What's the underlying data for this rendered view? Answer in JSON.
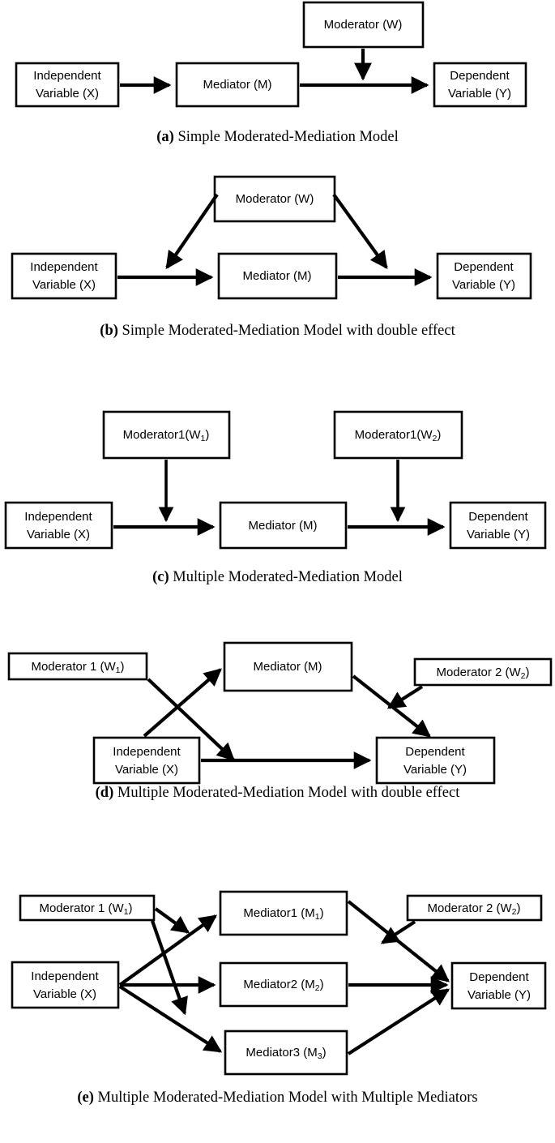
{
  "figure": {
    "title": "Moderated-Mediation Model Diagrams",
    "background_color": "#ffffff",
    "line_color": "#000000"
  },
  "panels": [
    {
      "id": "a",
      "caption_label": "(a)",
      "caption_text": "Simple Moderated-Mediation Model",
      "nodes": [
        {
          "name": "independent-variable",
          "line1": "Independent",
          "line2": "Variable (X)"
        },
        {
          "name": "mediator",
          "line1": "Mediator   (M)",
          "line2": ""
        },
        {
          "name": "moderator",
          "line1": "Moderator (W)",
          "line2": ""
        },
        {
          "name": "dependent-variable",
          "line1": "Dependent",
          "line2": "Variable (Y)"
        }
      ],
      "edges": [
        {
          "from": "independent-variable",
          "to": "mediator"
        },
        {
          "from": "mediator",
          "to": "dependent-variable"
        },
        {
          "from": "moderator",
          "to": "mediator-to-dependent-path"
        }
      ]
    },
    {
      "id": "b",
      "caption_label": "(b)",
      "caption_text": "Simple Moderated-Mediation Model with double effect",
      "nodes": [
        {
          "name": "independent-variable",
          "line1": "Independent",
          "line2": "Variable (X)"
        },
        {
          "name": "mediator",
          "line1": "Mediator   (M)",
          "line2": ""
        },
        {
          "name": "moderator",
          "line1": "Moderator (W)",
          "line2": ""
        },
        {
          "name": "dependent-variable",
          "line1": "Dependent",
          "line2": "Variable (Y)"
        }
      ],
      "edges": [
        {
          "from": "independent-variable",
          "to": "mediator"
        },
        {
          "from": "mediator",
          "to": "dependent-variable"
        },
        {
          "from": "moderator",
          "to": "independent-to-mediator-path"
        },
        {
          "from": "moderator",
          "to": "mediator-to-dependent-path"
        }
      ]
    },
    {
      "id": "c",
      "caption_label": "(c)",
      "caption_text": "Multiple Moderated-Mediation Model",
      "nodes": [
        {
          "name": "independent-variable",
          "line1": "Independent",
          "line2": "Variable (X)"
        },
        {
          "name": "mediator",
          "line1": "Mediator   (M)",
          "line2": ""
        },
        {
          "name": "moderator-1",
          "line1": "Moderator1(W",
          "sub": "1",
          "line_end": ")"
        },
        {
          "name": "moderator-2",
          "line1": "Moderator1(W",
          "sub": "2",
          "line_end": ")"
        },
        {
          "name": "dependent-variable",
          "line1": "Dependent",
          "line2": "Variable (Y)"
        }
      ],
      "edges": [
        {
          "from": "independent-variable",
          "to": "mediator"
        },
        {
          "from": "mediator",
          "to": "dependent-variable"
        },
        {
          "from": "moderator-1",
          "to": "independent-to-mediator-path"
        },
        {
          "from": "moderator-2",
          "to": "mediator-to-dependent-path"
        }
      ]
    },
    {
      "id": "d",
      "caption_label": "(d)",
      "caption_text": "Multiple Moderated-Mediation Model with double effect",
      "nodes": [
        {
          "name": "moderator-1",
          "line1": "Moderator 1 (W",
          "sub": "1",
          "line_end": ")"
        },
        {
          "name": "mediator",
          "line1": "Mediator   (M)",
          "line2": ""
        },
        {
          "name": "moderator-2",
          "line1": "Moderator 2 (W",
          "sub": "2",
          "line_end": ")"
        },
        {
          "name": "independent-variable",
          "line1": "Independent",
          "line2": "Variable (X)"
        },
        {
          "name": "dependent-variable",
          "line1": "Dependent",
          "line2": "Variable (Y)"
        }
      ],
      "edges": [
        {
          "from": "moderator-1",
          "to": "independent-to-dependent-path"
        },
        {
          "from": "independent-variable",
          "to": "mediator"
        },
        {
          "from": "independent-variable",
          "to": "dependent-variable"
        },
        {
          "from": "mediator",
          "to": "dependent-variable"
        },
        {
          "from": "moderator-2",
          "to": "mediator-to-dependent-path"
        }
      ]
    },
    {
      "id": "e",
      "caption_label": "(e)",
      "caption_text": "Multiple Moderated-Mediation Model with Multiple Mediators",
      "nodes": [
        {
          "name": "moderator-1",
          "line1": "Moderator 1 (W",
          "sub": "1",
          "line_end": ")"
        },
        {
          "name": "mediator-1",
          "line1": "Mediator1 (M",
          "sub": "1",
          "line_end": ")"
        },
        {
          "name": "moderator-2",
          "line1": "Moderator 2 (W",
          "sub": "2",
          "line_end": ")"
        },
        {
          "name": "independent-variable",
          "line1": "Independent",
          "line2": "Variable (X)"
        },
        {
          "name": "mediator-2",
          "line1": "Mediator2 (M",
          "sub": "2",
          "line_end": ")"
        },
        {
          "name": "dependent-variable",
          "line1": "Dependent",
          "line2": "Variable (Y)"
        },
        {
          "name": "mediator-3",
          "line1": "Mediator3 (M",
          "sub": "3",
          "line_end": ")"
        }
      ],
      "edges": [
        {
          "from": "moderator-1",
          "to": "independent-to-mediator1-path"
        },
        {
          "from": "moderator-1",
          "to": "independent-to-mediator3-path"
        },
        {
          "from": "independent-variable",
          "to": "mediator-1"
        },
        {
          "from": "independent-variable",
          "to": "mediator-2"
        },
        {
          "from": "independent-variable",
          "to": "mediator-3"
        },
        {
          "from": "mediator-1",
          "to": "dependent-variable"
        },
        {
          "from": "mediator-2",
          "to": "dependent-variable"
        },
        {
          "from": "mediator-3",
          "to": "dependent-variable"
        },
        {
          "from": "moderator-2",
          "to": "mediator1-to-dependent-path"
        }
      ]
    }
  ]
}
